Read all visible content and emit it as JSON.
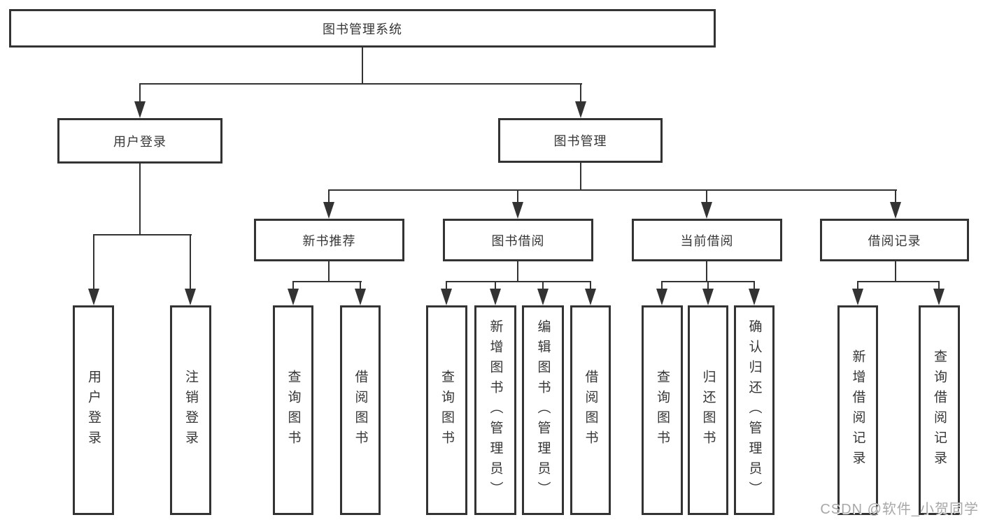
{
  "diagram": {
    "title": "图书管理系统",
    "watermark": "CSDN @软件_小贺同学",
    "colors": {
      "line": "#333333",
      "text": "#363636",
      "background": "#ffffff",
      "watermark": "#a8a8a8"
    },
    "nodes": [
      {
        "id": "root",
        "label": "图书管理系统",
        "parent": null
      },
      {
        "id": "user-login",
        "label": "用户登录",
        "parent": "root"
      },
      {
        "id": "book-mgmt",
        "label": "图书管理",
        "parent": "root"
      },
      {
        "id": "leaf-user-login",
        "label": "用户登录",
        "parent": "user-login"
      },
      {
        "id": "leaf-logout",
        "label": "注销登录",
        "parent": "user-login"
      },
      {
        "id": "new-book-rec",
        "label": "新书推荐",
        "parent": "book-mgmt"
      },
      {
        "id": "book-borrow",
        "label": "图书借阅",
        "parent": "book-mgmt"
      },
      {
        "id": "current-borrow",
        "label": "当前借阅",
        "parent": "book-mgmt"
      },
      {
        "id": "borrow-record",
        "label": "借阅记录",
        "parent": "book-mgmt"
      },
      {
        "id": "leaf-query-book-1",
        "label": "查询图书",
        "parent": "new-book-rec"
      },
      {
        "id": "leaf-borrow-book-1",
        "label": "借阅图书",
        "parent": "new-book-rec"
      },
      {
        "id": "leaf-query-book-2",
        "label": "查询图书",
        "parent": "book-borrow"
      },
      {
        "id": "leaf-add-book",
        "label": "新增图书（管理员）",
        "parent": "book-borrow"
      },
      {
        "id": "leaf-edit-book",
        "label": "编辑图书（管理员）",
        "parent": "book-borrow"
      },
      {
        "id": "leaf-borrow-book-2",
        "label": "借阅图书",
        "parent": "book-borrow"
      },
      {
        "id": "leaf-query-book-3",
        "label": "查询图书",
        "parent": "current-borrow"
      },
      {
        "id": "leaf-return-book",
        "label": "归还图书",
        "parent": "current-borrow"
      },
      {
        "id": "leaf-confirm-return",
        "label": "确认归还（管理员）",
        "parent": "current-borrow"
      },
      {
        "id": "leaf-add-record",
        "label": "新增借阅记录",
        "parent": "borrow-record"
      },
      {
        "id": "leaf-query-record",
        "label": "查询借阅记录",
        "parent": "borrow-record"
      }
    ]
  }
}
